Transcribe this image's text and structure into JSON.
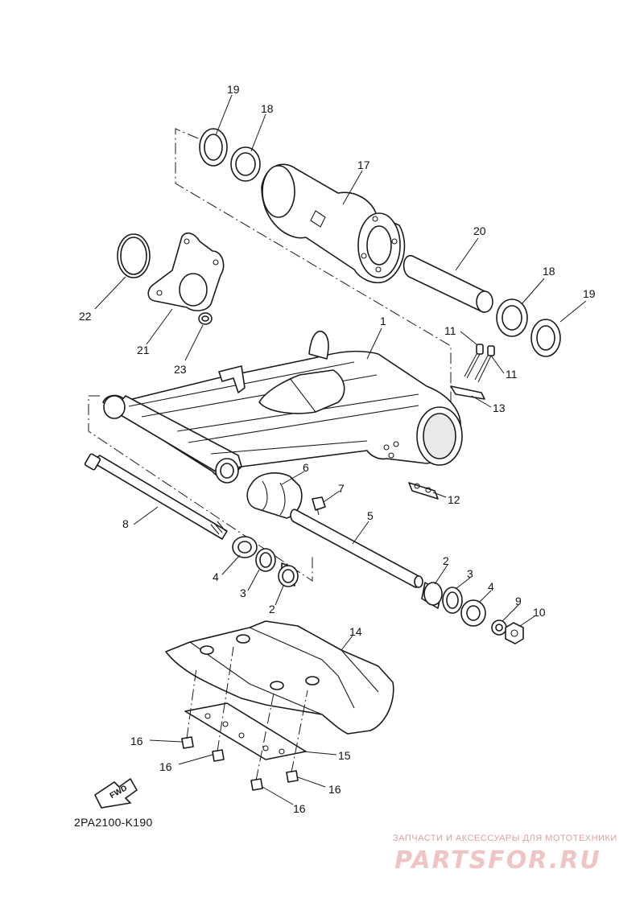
{
  "diagram_code": "2PA2100-K190",
  "fwd_label": "FWD",
  "watermark": {
    "subtitle": "ЗАПЧАСТИ И АКСЕССУАРЫ ДЛЯ МОТОТЕХНИКИ",
    "logo": "PARTSFOR.RU"
  },
  "callouts": [
    "19",
    "18",
    "17",
    "20",
    "18",
    "19",
    "22",
    "21",
    "23",
    "1",
    "11",
    "11",
    "13",
    "6",
    "7",
    "12",
    "8",
    "5",
    "4",
    "3",
    "2",
    "2",
    "3",
    "4",
    "9",
    "10",
    "14",
    "16",
    "16",
    "15",
    "16",
    "16"
  ]
}
